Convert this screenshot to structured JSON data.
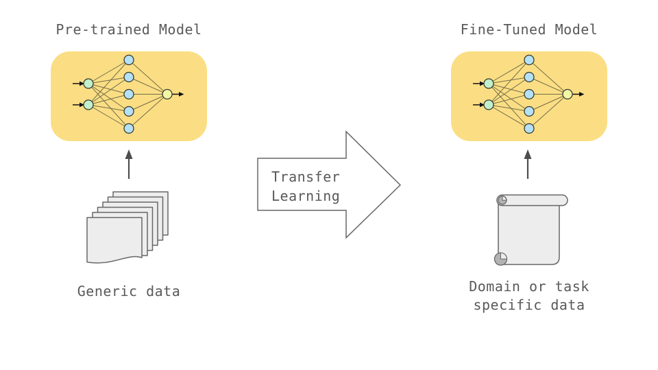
{
  "left_model": {
    "title": "Pre-trained Model",
    "data_label": "Generic data",
    "network": {
      "input_nodes": 2,
      "hidden_nodes": 5,
      "output_nodes": 1
    }
  },
  "transfer_arrow": {
    "label_line1": "Transfer",
    "label_line2": "Learning"
  },
  "right_model": {
    "title": "Fine-Tuned Model",
    "data_label_line1": "Domain or task",
    "data_label_line2": "specific data",
    "network": {
      "input_nodes": 2,
      "hidden_nodes": 5,
      "output_nodes": 1
    }
  },
  "colors": {
    "card_background": "#FBDE84",
    "input_node": "#C2F0CD",
    "hidden_node": "#B5E1F7",
    "output_node": "#F2F7A8",
    "network_edge": "#716C48",
    "shape_outline": "#666666",
    "text": "#595959",
    "document_fill": "#EDEDED",
    "scroll_curl": "#B3B3B3"
  }
}
